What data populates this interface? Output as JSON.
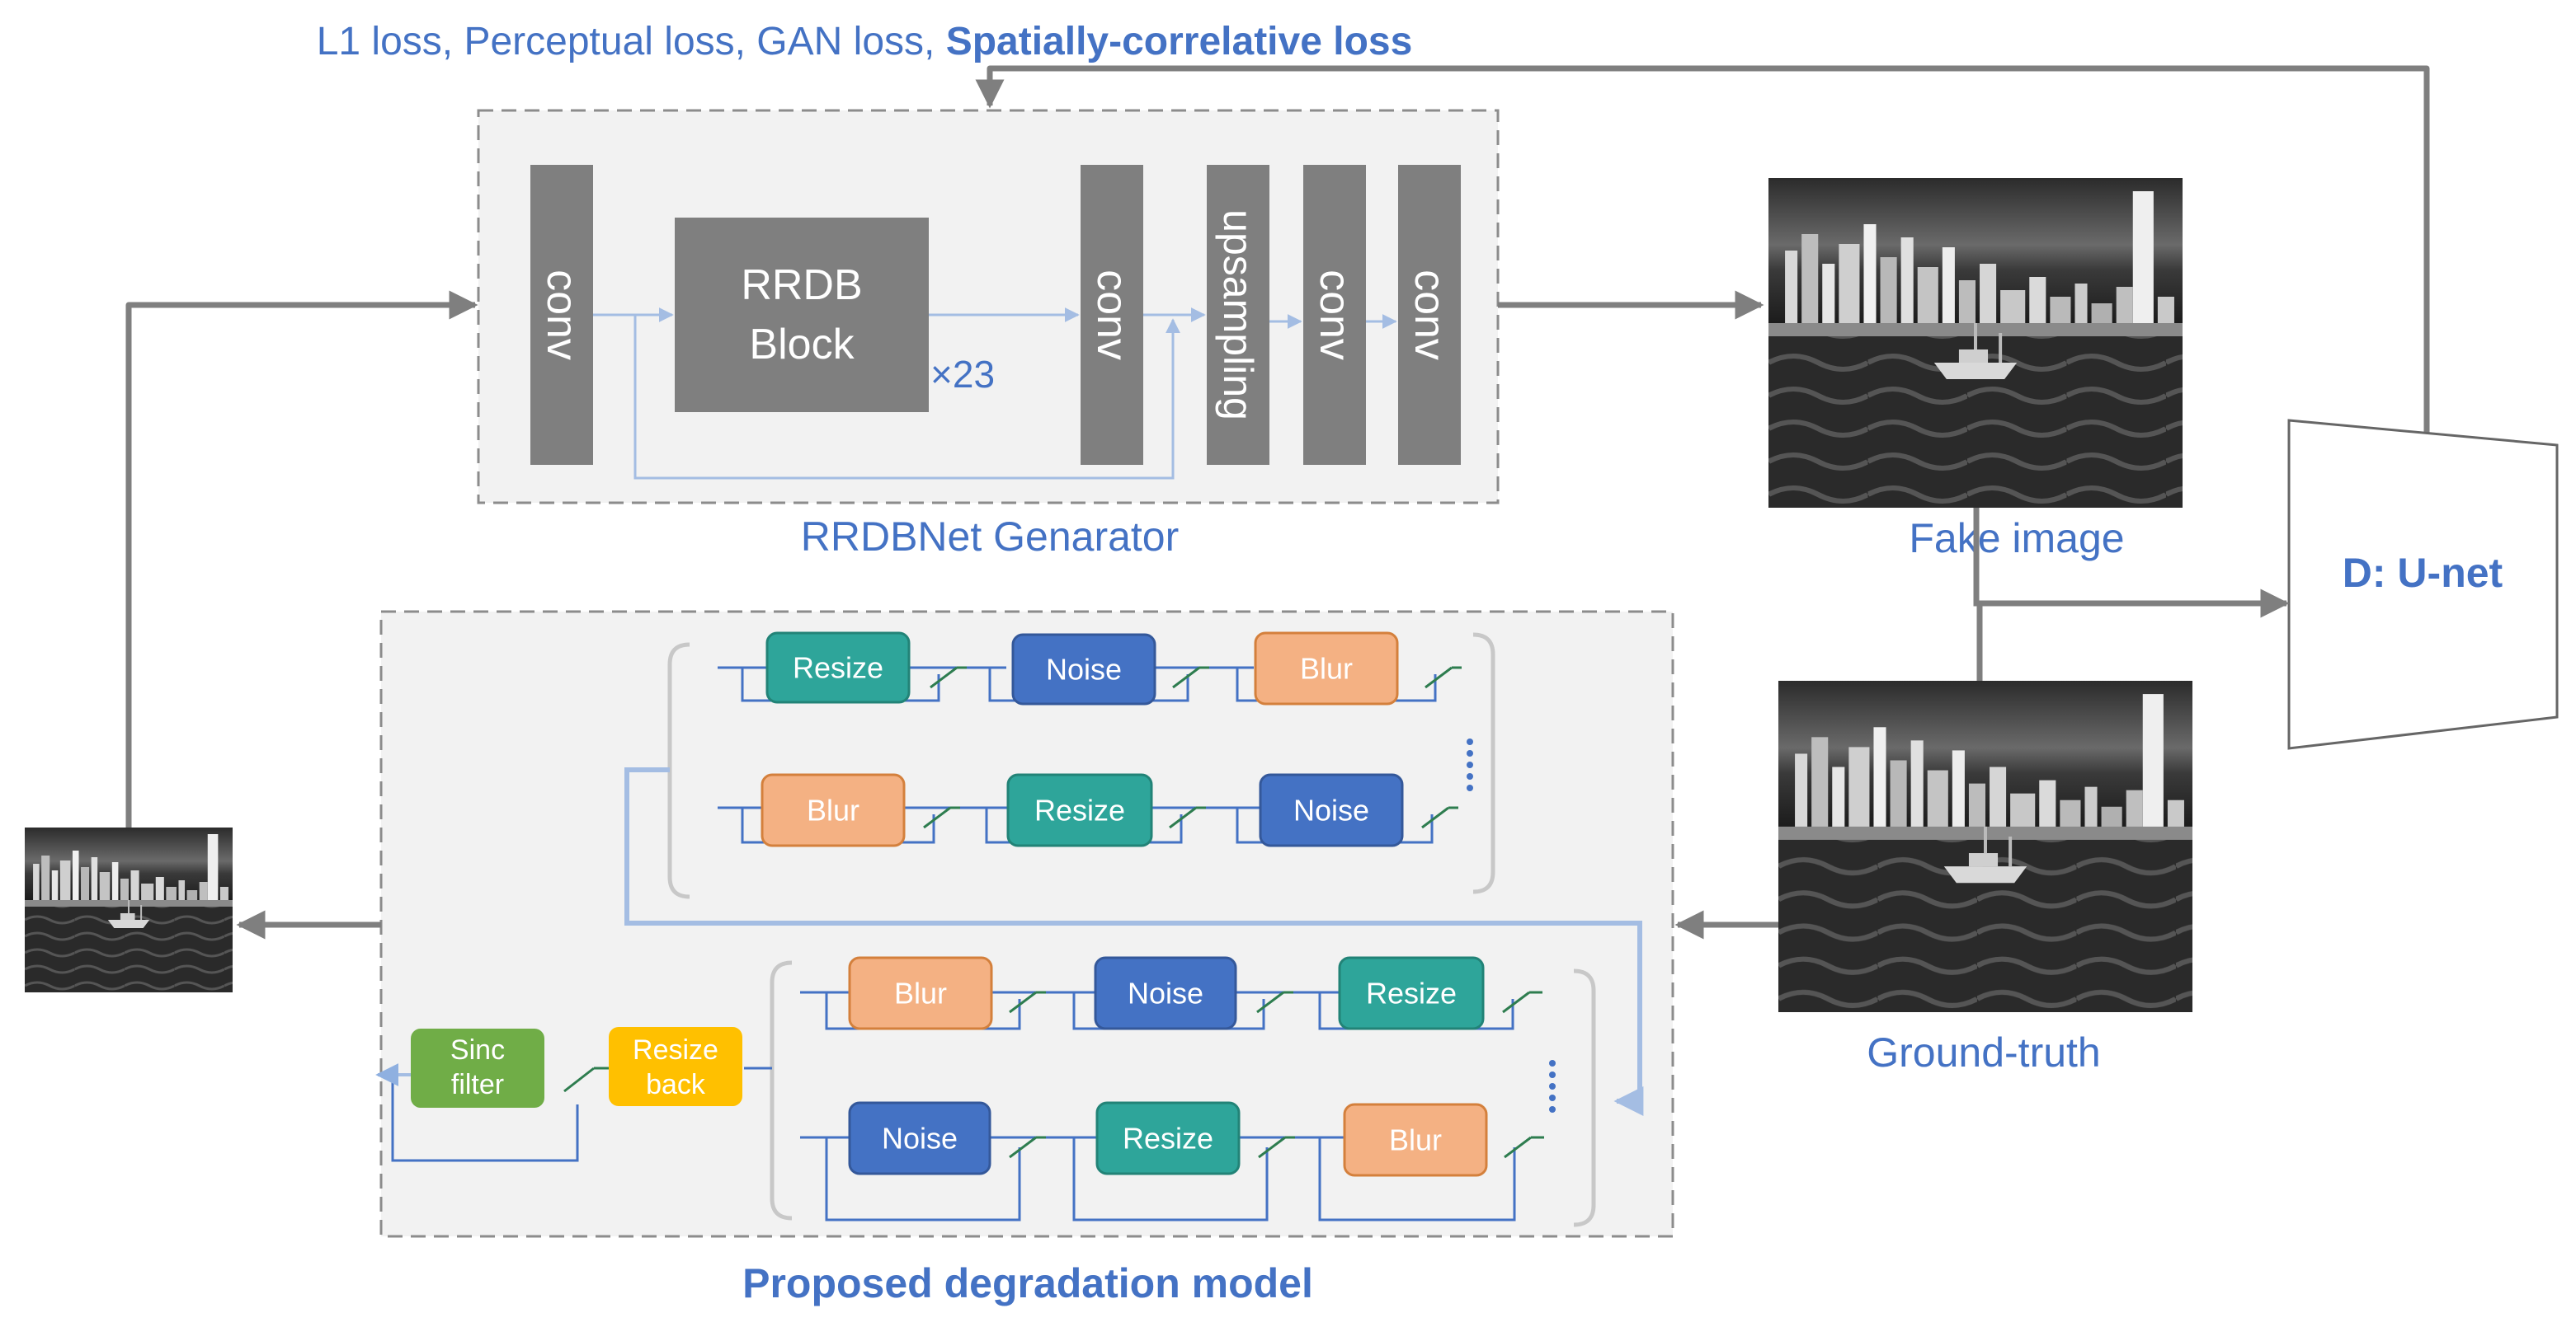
{
  "loss_label_prefix": "L1 loss, Perceptual loss, GAN loss, ",
  "loss_label_bold": "Spatially-correlative loss",
  "generator": {
    "title": "RRDBNet Genarator",
    "conv1": "conv",
    "rrdb_line1": "RRDB",
    "rrdb_line2": "Block",
    "rrdb_repeat": "×23",
    "conv2": "conv",
    "upsampling": "upsampling",
    "conv3": "conv",
    "conv4": "conv"
  },
  "fake_image_label": "Fake image",
  "ground_truth_label": "Ground-truth",
  "discriminator_label": "D: U-net",
  "degradation": {
    "title": "Proposed degradation model",
    "first_stage": {
      "row1": [
        "Resize",
        "Noise",
        "Blur"
      ],
      "row2": [
        "Blur",
        "Resize",
        "Noise"
      ]
    },
    "second_stage": {
      "row1": [
        "Blur",
        "Noise",
        "Resize"
      ],
      "row2": [
        "Noise",
        "Resize",
        "Blur"
      ]
    },
    "resize_back": [
      "Resize",
      "back"
    ],
    "sinc_filter": [
      "Sinc",
      "filter"
    ]
  },
  "colors": {
    "accent_blue": "#4472C4",
    "gray_block": "#7F7F7F",
    "arrow_gray": "#808080",
    "skip_blue": "#A4BDE3",
    "panel_bg": "#F2F2F2",
    "resize_teal": "#2EA59A",
    "noise_blue": "#4472C4",
    "blur_orange": "#F4B183",
    "resize_back_yellow": "#FFC000",
    "sinc_green": "#70AD47",
    "switch_green": "#2E7D4F"
  }
}
